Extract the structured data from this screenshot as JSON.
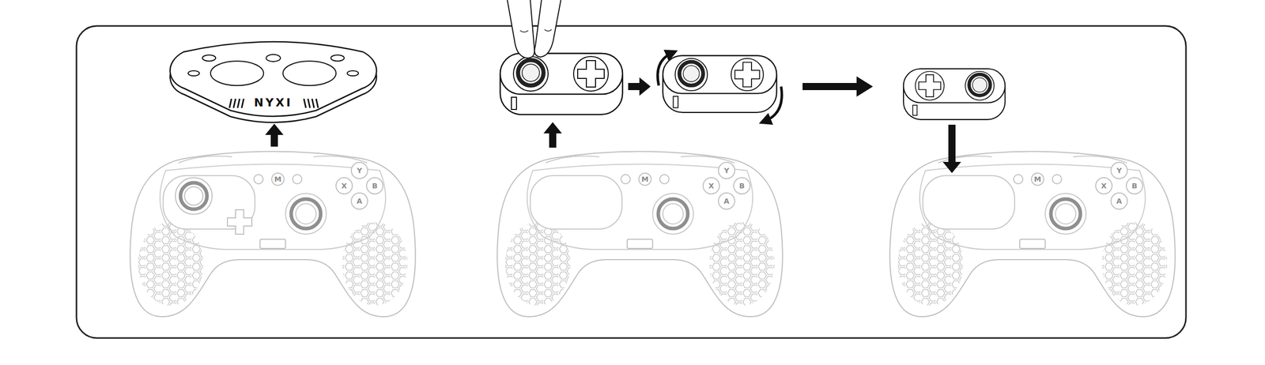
{
  "diagram": {
    "labels": [
      "NYXI",
      "Y",
      "X",
      "B",
      "A",
      "M",
      "Y",
      "X",
      "B",
      "A",
      "M",
      "Y",
      "X",
      "B",
      "A",
      "M"
    ]
  }
}
